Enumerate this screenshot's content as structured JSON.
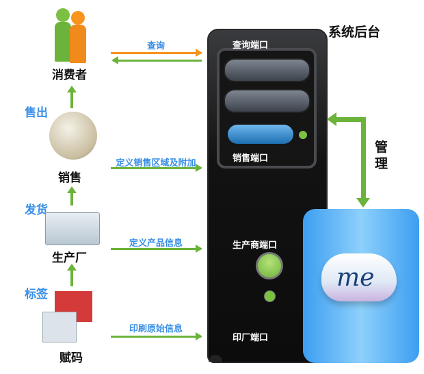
{
  "title": "系统后台",
  "manage": "管理",
  "server": {
    "query_port": "查询端口",
    "sales_port": "销售端口",
    "producer_port": "生产商端口",
    "printer_port": "印厂端口"
  },
  "nodes": {
    "consumer": "消费者",
    "sales": "销售",
    "factory": "生产厂",
    "coding": "赋码"
  },
  "steps": {
    "sell": "售出",
    "ship": "发货",
    "label": "标签"
  },
  "flows": {
    "query": "查询",
    "define_sales": "定义销售区域及附加",
    "define_product": "定义产品信息",
    "print_info": "印刷原始信息"
  },
  "cloud_logo": "me",
  "colors": {
    "green": "#6bb33a",
    "orange": "#f7941d",
    "blue": "#3a8fe6"
  }
}
